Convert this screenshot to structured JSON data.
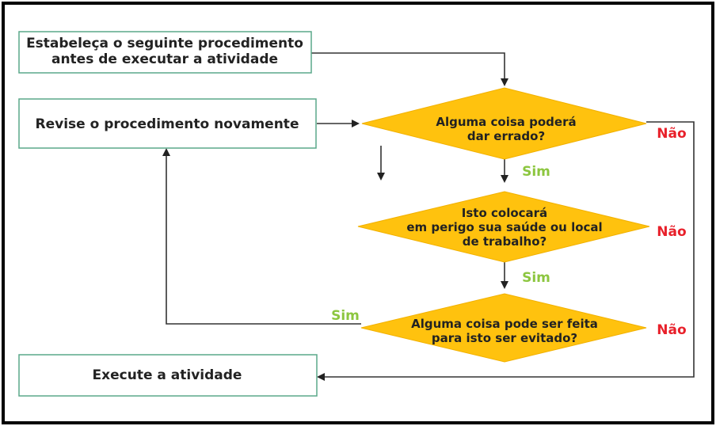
{
  "boxes": {
    "box1_line1": "Estabeleça o seguinte procedimento",
    "box1_line2": "antes de executar a atividade",
    "box2": "Revise o procedimento novamente",
    "box3": "Execute a atividade"
  },
  "decisions": {
    "d1_line1": "Alguma coisa poderá",
    "d1_line2": "dar errado?",
    "d2_line1": "Isto colocará",
    "d2_line2": "em perigo sua saúde ou local",
    "d2_line3": "de trabalho?",
    "d3_line1": "Alguma coisa pode ser feita",
    "d3_line2": "para isto ser evitado?"
  },
  "labels": {
    "nao_1": "Não",
    "nao_2": "Não",
    "nao_3": "Não",
    "sim_1": "Sim",
    "sim_2": "Sim",
    "sim_3": "Sim"
  },
  "colors": {
    "border": "#000000",
    "box_border": "#5aa88a",
    "diamond_fill": "#ffc20e",
    "line": "#333333",
    "nao": "#e8202a",
    "sim": "#8cc63f",
    "text": "#222222"
  }
}
